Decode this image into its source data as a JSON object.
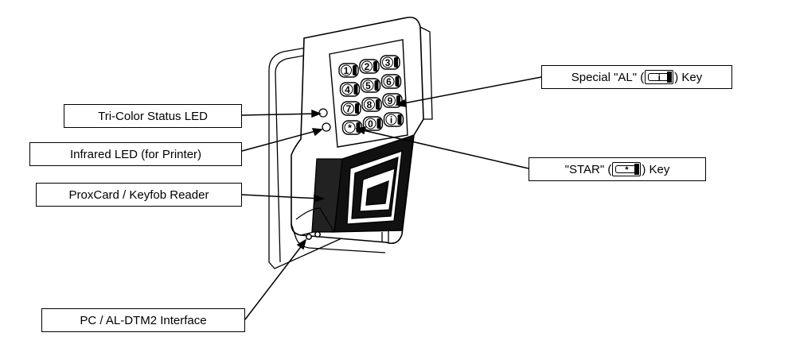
{
  "callouts": {
    "tri_color_led": "Tri-Color Status LED",
    "infrared_led": "Infrared LED (for Printer)",
    "proxcard_reader": "ProxCard / Keyfob Reader",
    "pc_interface": "PC / AL-DTM2 Interface",
    "special_al_key": {
      "prefix": "Special \"AL\" (",
      "suffix": ") Key",
      "icon": "info-key-icon",
      "icon_glyph": "i"
    },
    "star_key": {
      "prefix": "\"STAR\" (",
      "suffix": ") Key",
      "icon": "star-key-icon",
      "icon_glyph": "*"
    }
  },
  "keypad": {
    "keys": [
      "1",
      "2",
      "3",
      "4",
      "5",
      "6",
      "7",
      "8",
      "9",
      "*",
      "0",
      "i"
    ]
  }
}
